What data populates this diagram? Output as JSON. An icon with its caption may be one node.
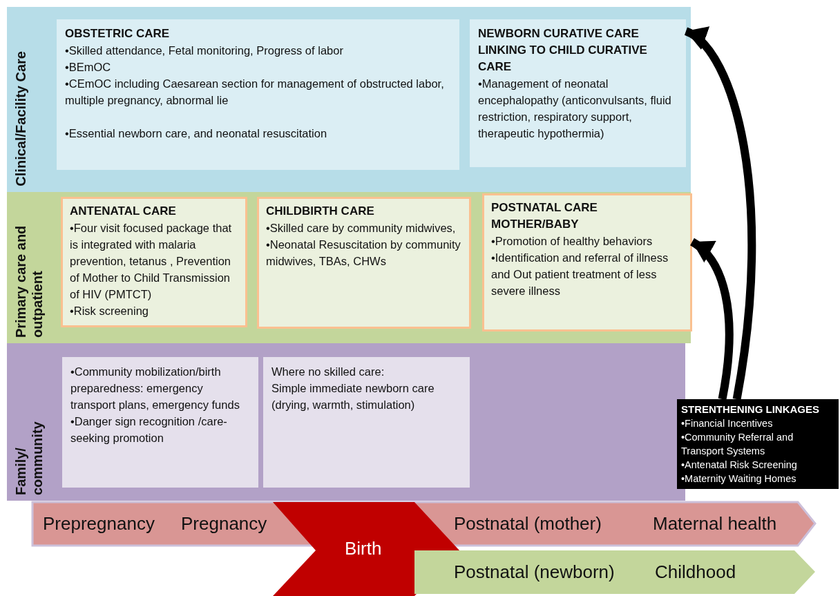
{
  "diagram": {
    "nodes": [
      {
        "text": [
          "Clinical/Facility Care"
        ]
      },
      {
        "text": [
          "OBSTETRIC CARE",
          "•Skilled attendance, Fetal monitoring, Progress of labor",
          "•BEmOC",
          "•CEmOC including Caesarean section for management of obstructed labor, multiple pregnancy, abnormal lie",
          "•Essential newborn care, and neonatal resuscitation"
        ],
        "in": 0
      },
      {
        "text": [
          "NEWBORN CURATIVE CARE LINKING TO CHILD CURATIVE CARE",
          "•Management of neonatal encephalopathy (anticonvulsants, fluid restriction, respiratory support,  therapeutic hypothermia)"
        ],
        "in": 0
      },
      {
        "text": [
          "Primary care and outpatient"
        ]
      },
      {
        "text": [
          "ANTENATAL CARE",
          "•Four visit focused package that is integrated with malaria prevention, tetanus , Prevention of Mother to Child Transmission of HIV (PMTCT)",
          "•Risk screening"
        ],
        "in": 3
      },
      {
        "text": [
          "CHILDBIRTH CARE",
          "•Skilled care by community midwives,",
          "•Neonatal Resuscitation by community midwives, TBAs, CHWs"
        ],
        "in": 3
      },
      {
        "text": [
          "POSTNATAL CARE MOTHER/BABY",
          "•Promotion of healthy behaviors",
          "•Identification and referral of illness and Out patient treatment of less severe illness"
        ],
        "in": 3
      },
      {
        "text": [
          "Family/ community"
        ]
      },
      {
        "text": [
          "•Community mobilization/birth preparedness: emergency transport plans, emergency funds",
          "•Danger sign recognition /care-seeking promotion"
        ],
        "in": 7
      },
      {
        "text": [
          "Where no skilled care:",
          "Simple immediate newborn care (drying, warmth, stimulation)"
        ],
        "in": 7
      },
      {
        "text": [
          "STRENTHENING LINKAGES",
          "•Financial Incentives",
          "•Community Referral and Transport Systems",
          "•Antenatal Risk Screening",
          "•Maternity Waiting Homes"
        ]
      },
      {
        "text": [
          "Prepregnancy",
          "Pregnancy",
          "Postnatal (mother)",
          "Maternal health"
        ]
      },
      {
        "text": [
          "Birth"
        ]
      },
      {
        "text": [
          "Postnatal (newborn)",
          "Childhood"
        ]
      }
    ],
    "edges": [
      {
        "from": 10,
        "to": 2,
        "arrow": "to"
      },
      {
        "from": 10,
        "to": 6,
        "arrow": "to"
      }
    ]
  }
}
